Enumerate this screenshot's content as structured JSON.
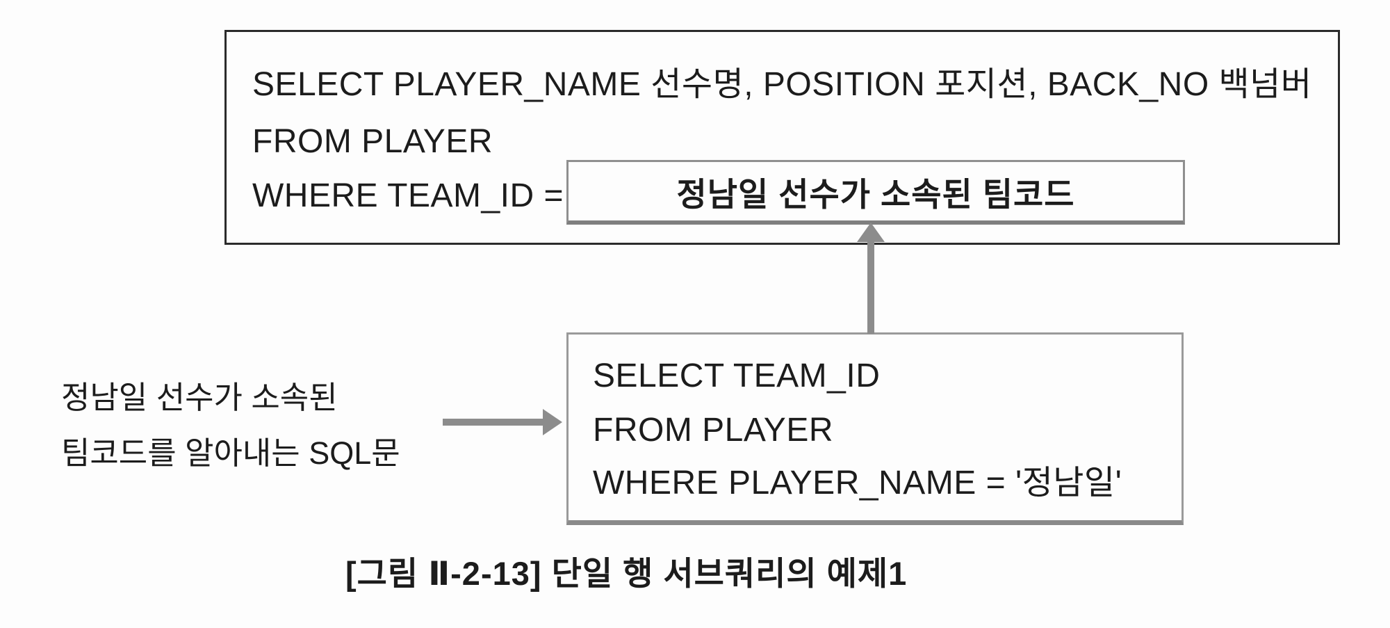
{
  "colors": {
    "background": "#fdfdfd",
    "main_box_border": "#2b2b2b",
    "placeholder_box_border": "#8f8f8f",
    "subquery_box_border": "#9a9a9a",
    "arrow": "#8c8c8c",
    "text": "#1c1c1c"
  },
  "main_query_box": {
    "line1": "SELECT PLAYER_NAME 선수명, POSITION 포지션, BACK_NO 백넘버",
    "line2": "FROM PLAYER",
    "line3": "WHERE TEAM_ID ="
  },
  "placeholder_box": {
    "text": "정남일 선수가 소속된 팀코드"
  },
  "subquery_box": {
    "line1": "SELECT TEAM_ID",
    "line2": "FROM PLAYER",
    "line3": "WHERE PLAYER_NAME = '정남일'"
  },
  "annotation": {
    "line1": "정남일 선수가 소속된",
    "line2": "팀코드를 알아내는 SQL문"
  },
  "caption": "[그림 Ⅱ-2-13] 단일 행 서브쿼리의 예제1"
}
